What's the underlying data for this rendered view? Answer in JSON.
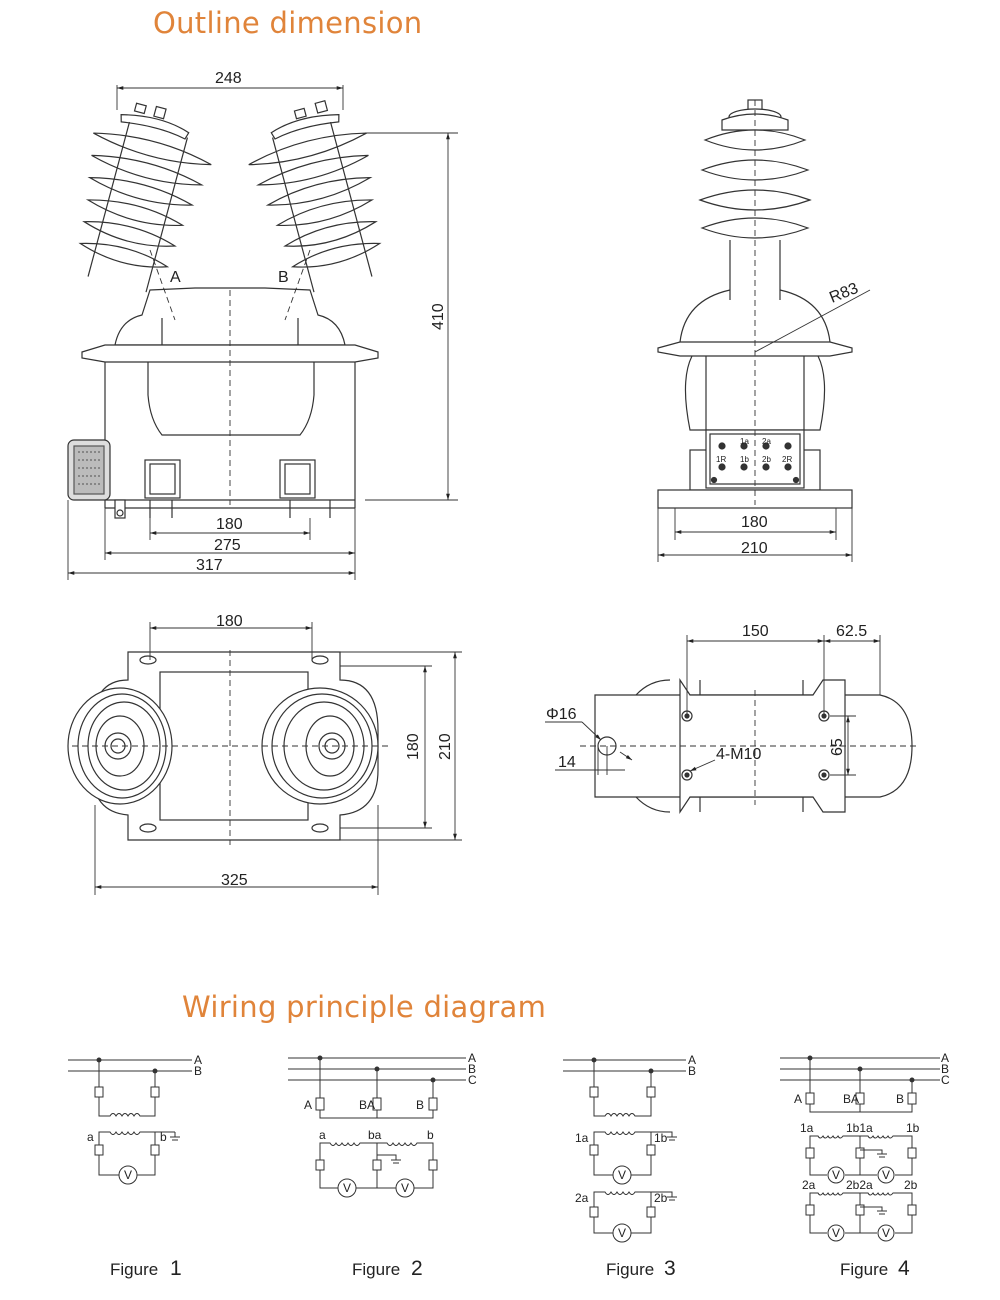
{
  "titles": {
    "outline": "Outline dimension",
    "wiring": "Wiring principle diagram"
  },
  "front_view": {
    "dim_top": "248",
    "dim_height": "410",
    "dim_bolt": "180",
    "dim_base": "275",
    "dim_overall": "317",
    "label_a": "A",
    "label_b": "B"
  },
  "side_view": {
    "radius": "R83",
    "dim_bolt": "180",
    "dim_base": "210",
    "terminals": [
      "1a",
      "2a",
      "1R",
      "1b",
      "2b",
      "2R"
    ]
  },
  "top_view": {
    "dim_top": "180",
    "dim_inner": "180",
    "dim_outer": "210",
    "dim_width": "325"
  },
  "base_view": {
    "dim_left": "150",
    "dim_right": "62.5",
    "hole_dia": "Φ16",
    "hole_offset": "14",
    "bolts": "4-M10",
    "bolt_spacing": "65"
  },
  "figures": [
    {
      "label": "Figure",
      "num": "1"
    },
    {
      "label": "Figure",
      "num": "2"
    },
    {
      "label": "Figure",
      "num": "3"
    },
    {
      "label": "Figure",
      "num": "4"
    }
  ],
  "wiring_labels": {
    "phase_a": "A",
    "phase_b": "B",
    "phase_c": "C",
    "fig1": {
      "a": "a",
      "b": "b"
    },
    "fig2": {
      "A": "A",
      "BA": "BA",
      "B": "B",
      "a": "a",
      "ba": "ba",
      "b": "b"
    },
    "fig3": {
      "a1": "1a",
      "b1": "1b",
      "a2": "2a",
      "b2": "2b"
    },
    "fig4": {
      "A": "A",
      "BA": "BA",
      "B": "B",
      "row1": [
        "1a",
        "1b1a",
        "1b"
      ],
      "row2": [
        "2a",
        "2b2a",
        "2b"
      ]
    },
    "voltmeter": "V"
  }
}
